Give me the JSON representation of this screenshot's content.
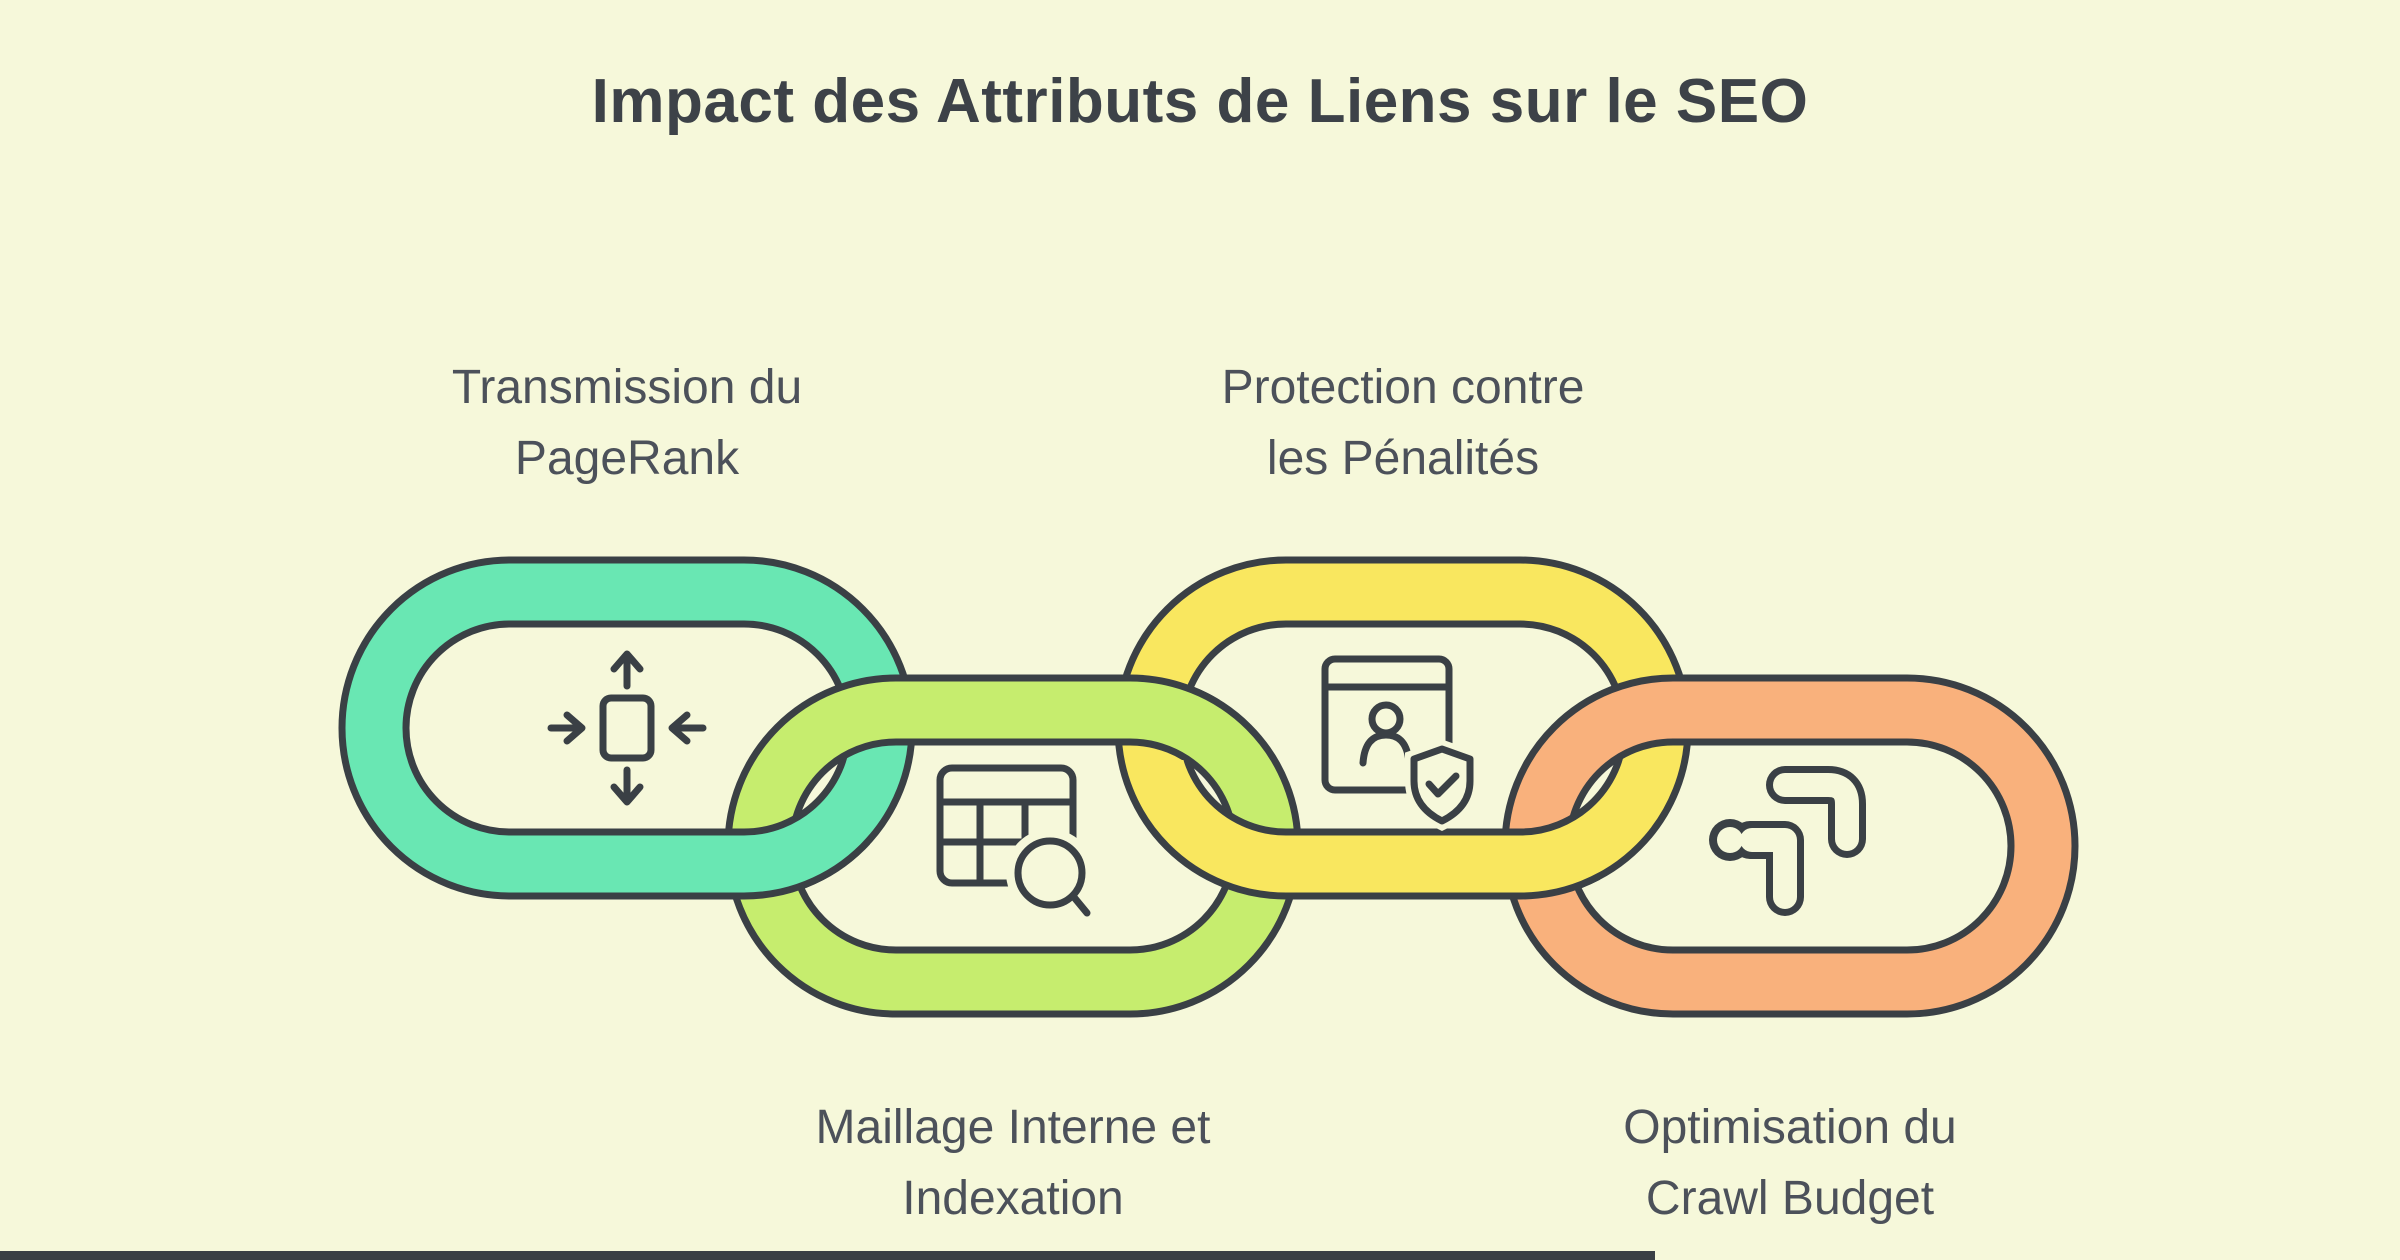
{
  "title": "Impact des Attributs de Liens sur le SEO",
  "colors": {
    "background": "#f6f8da",
    "outline": "#3a4045",
    "title_text": "#3d4248",
    "label_text": "#4c515a"
  },
  "links": [
    {
      "id": "pagerank",
      "label_lines": [
        "Transmission du",
        "PageRank"
      ],
      "label_position": "above",
      "color": "#69e7b3",
      "icon": "move-arrows-icon"
    },
    {
      "id": "maillage",
      "label_lines": [
        "Maillage Interne et",
        "Indexation"
      ],
      "label_position": "below",
      "color": "#c6ed6e",
      "icon": "table-search-icon"
    },
    {
      "id": "protection",
      "label_lines": [
        "Protection contre",
        "les Pénalités"
      ],
      "label_position": "above",
      "color": "#f9e75f",
      "icon": "browser-user-shield-icon"
    },
    {
      "id": "crawl",
      "label_lines": [
        "Optimisation du",
        "Crawl Budget"
      ],
      "label_position": "below",
      "color": "#f9b17c",
      "icon": "flow-arrows-icon"
    }
  ],
  "footer_line": {
    "present": true,
    "color": "#3a4045"
  }
}
